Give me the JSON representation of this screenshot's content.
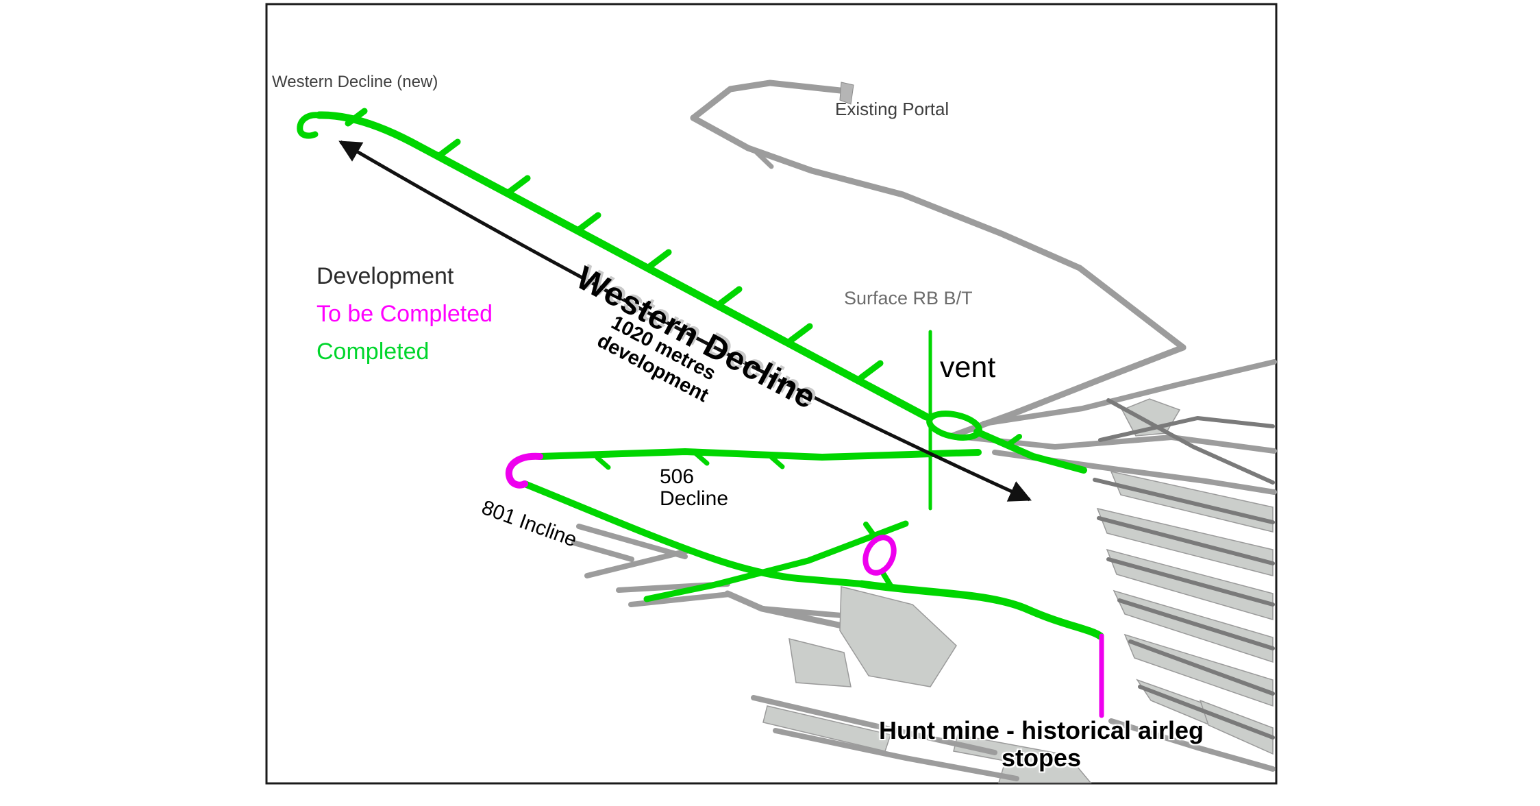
{
  "labels": {
    "western_decline_new": "Western Decline (new)",
    "existing_portal": "Existing Portal",
    "surface_rb": "Surface RB B/T",
    "vent": "vent",
    "western_decline_big": "Western Decline",
    "metres_line1": "1020 metres",
    "metres_line2": "development",
    "decline_506_line1": "506",
    "decline_506_line2": "Decline",
    "incline_801": "801 Incline",
    "hunt_line1": "Hunt mine - historical airleg",
    "hunt_line2": "stopes"
  },
  "legend": {
    "title": "Development",
    "items": [
      {
        "label": "To be Completed",
        "color": "#ff00ff",
        "meaning": "to-be-completed"
      },
      {
        "label": "Completed",
        "color": "#00d62c",
        "meaning": "completed"
      }
    ]
  },
  "colors": {
    "completed_green": "#00d600",
    "to_be_completed_magenta": "#ee00ee",
    "existing_gray": "#9c9c9c",
    "stope_fill_gray": "#cbcecb",
    "stope_line_gray": "#7a7a7a",
    "legend_development": "#2b2b2b",
    "frame_border": "#1a1a1a",
    "arrow_black": "#111111",
    "background": "#ffffff"
  }
}
